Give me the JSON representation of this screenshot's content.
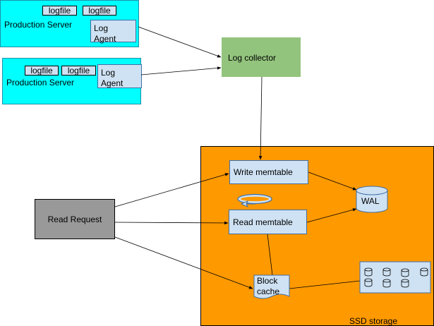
{
  "servers": [
    {
      "logfiles": [
        "logfile",
        "logfile"
      ],
      "label": "Production Server",
      "agent": [
        "Log",
        "Agent"
      ]
    },
    {
      "logfiles": [
        "logfile",
        "logfile"
      ],
      "label": "Production Server",
      "agent": [
        "Log",
        "Agent"
      ]
    }
  ],
  "collector": {
    "label": "Log collector"
  },
  "ssd": {
    "label": "SSD storage"
  },
  "write_memtable": {
    "label": "Write memtable"
  },
  "read_memtable": {
    "label": "Read memtable"
  },
  "wal": {
    "label": "WAL"
  },
  "read_request": {
    "label": "Read Request"
  },
  "block_cache": {
    "lines": [
      "Block",
      "cache"
    ]
  },
  "colors": {
    "server": "#00ffff",
    "collector": "#93c47d",
    "ssd": "#ff9900",
    "memtable": "#cfe2f3",
    "read_request": "#999999"
  }
}
